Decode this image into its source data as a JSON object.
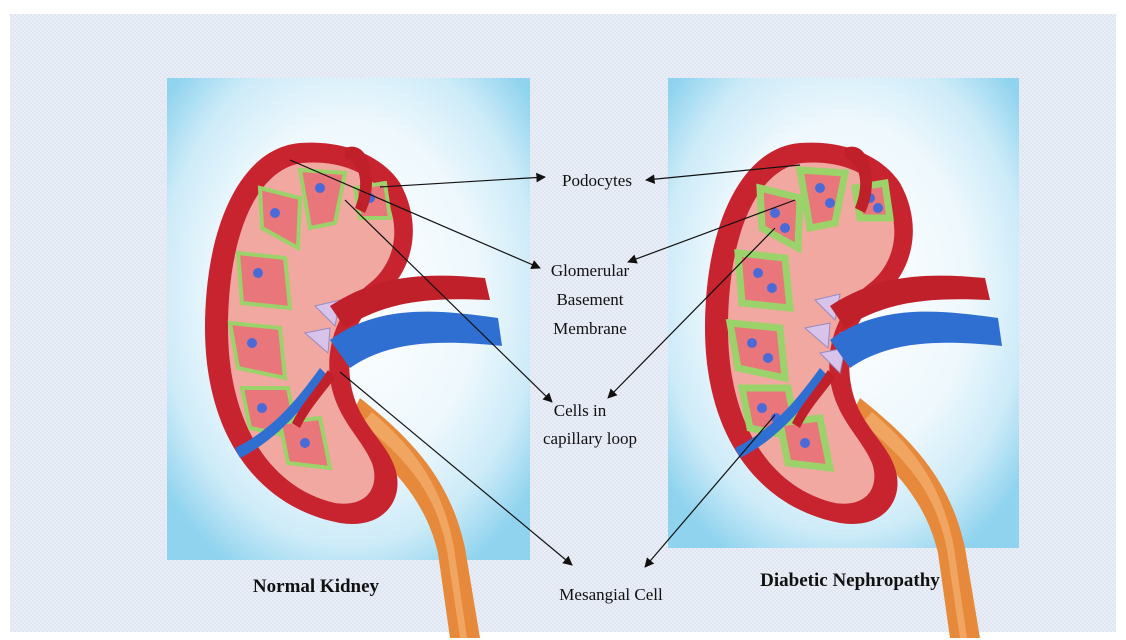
{
  "labels": {
    "podocytes": "Podocytes",
    "gbm_line1": "Glomerular",
    "gbm_line2": "Basement",
    "gbm_line3": "Membrane",
    "cells_line1": "Cells in",
    "cells_line2": "capillary loop",
    "mesangial": "Mesangial Cell"
  },
  "titles": {
    "left": "Normal Kidney",
    "right": "Diabetic Nephropathy"
  },
  "colors": {
    "background": "#dfe5f1",
    "cortex": "#c8242f",
    "medulla": "#f0a8a0",
    "membrane": "#9bd36a",
    "vein": "#2f6fd1",
    "artery": "#c0202a",
    "ureter": "#e6893a",
    "cell": "#4a6ad8"
  }
}
